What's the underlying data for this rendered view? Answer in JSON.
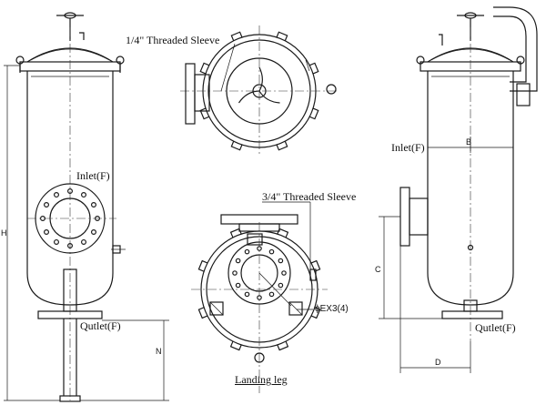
{
  "labels": {
    "threaded_sleeve_quarter": "1/4\" Threaded Sleeve",
    "threaded_sleeve_three_quarter": "3/4\" Threaded Sleeve",
    "inlet_left": "Inlet(F)",
    "outlet_left": "Qutlet(F)",
    "inlet_right": "Inlet(F)",
    "outlet_right": "Qutlet(F)",
    "landing_leg": "Landing leg",
    "anchor_holes": "ϕEX3(4)"
  },
  "dimensions": {
    "h": "H",
    "n": "N",
    "b": "B",
    "c": "C",
    "d": "D"
  }
}
